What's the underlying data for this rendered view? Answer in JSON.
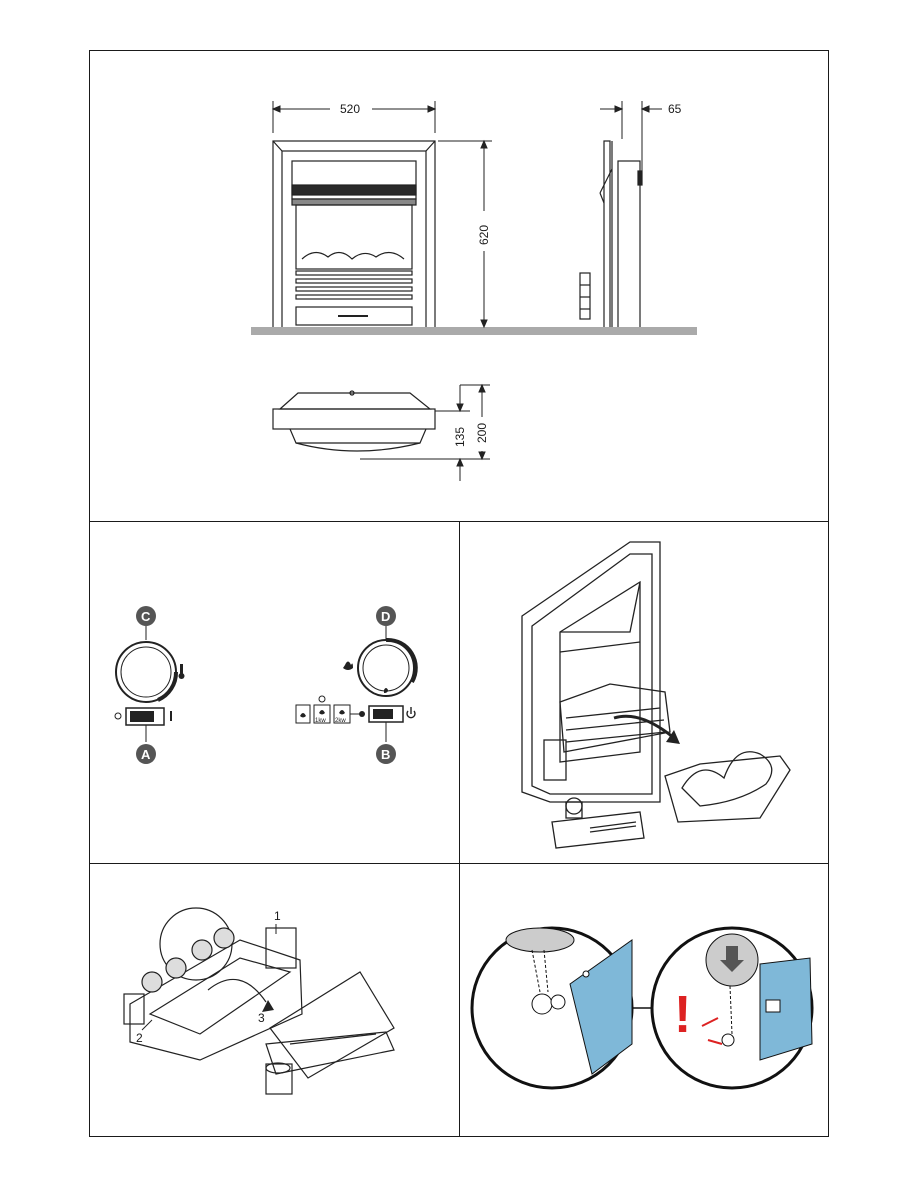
{
  "panels": {
    "dimensions": {
      "width_label": "520",
      "depth_label": "65",
      "height_label": "620",
      "base_depth_label": "135",
      "total_depth_label": "200"
    },
    "controls": {
      "knob_c_letter": "C",
      "knob_d_letter": "D",
      "switch_a_letter": "A",
      "switch_b_letter": "B",
      "mode_1_label": "1kw",
      "mode_2_label": "2kw"
    },
    "assembly": {
      "step_1": "1",
      "step_2": "2",
      "step_3": "3"
    },
    "bulb": {
      "warning_mark": "!"
    }
  }
}
